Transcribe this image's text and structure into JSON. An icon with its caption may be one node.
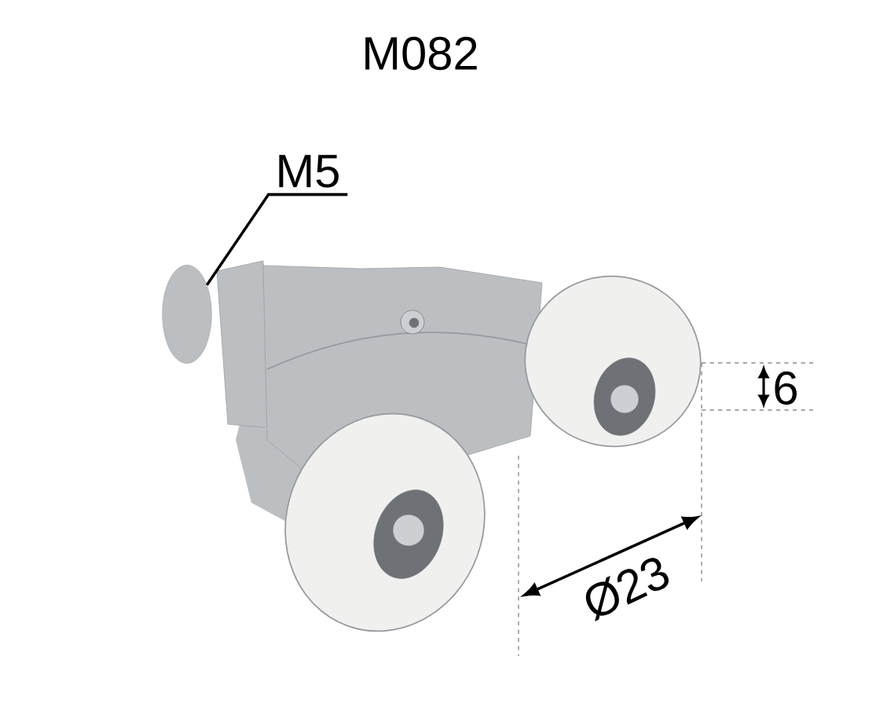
{
  "diagram": {
    "title": "M082",
    "nodes": [
      {
        "text": [
          "M5"
        ]
      },
      {
        "text": [],
        "shape": "circle"
      }
    ],
    "edges": [
      {
        "from": 0,
        "to": 1,
        "arrow": "none"
      }
    ],
    "labels": [
      "6",
      "Ø23"
    ]
  }
}
